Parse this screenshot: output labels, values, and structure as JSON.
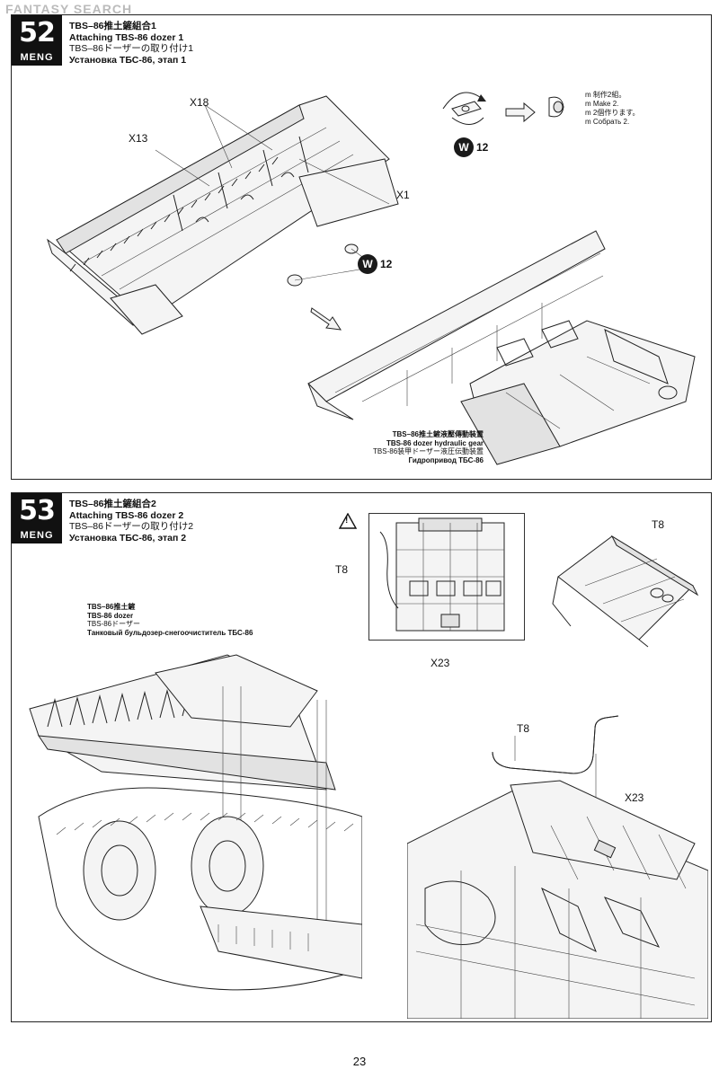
{
  "watermark": "FANTASY SEARCH",
  "page_number": "23",
  "step52": {
    "number": "52",
    "brand": "MENG",
    "titles": [
      "TBS–86推土鏟組合1",
      "Attaching TBS-86 dozer 1",
      "TBS–86ドーザーの取り付け1",
      "Установка ТБС-86, этап 1"
    ],
    "labels": {
      "x18": "X18",
      "x13": "X13",
      "x1": "X1"
    },
    "badge_letter": "W",
    "badge_top": "12",
    "badge_mid": "12",
    "make_notes": [
      "制作2組。",
      "Make 2.",
      "2個作ります。",
      "Собрать 2."
    ],
    "note_prefix": "m",
    "callout": [
      "TBS–86推土鏟液壓傳動裝置",
      "TBS-86 dozer hydraulic gear",
      "TBS-86装甲ドーザー液圧伝動装置",
      "Гидропривод ТБС-86"
    ]
  },
  "step53": {
    "number": "53",
    "brand": "MENG",
    "titles": [
      "TBS–86推土鏟組合2",
      "Attaching TBS-86 dozer 2",
      "TBS–86ドーザーの取り付け2",
      "Установка ТБС-86, этап 2"
    ],
    "labels": {
      "t8_left": "T8",
      "x23_left": "X23",
      "t8_right": "T8",
      "t8_pipe": "T8",
      "x23_right": "X23"
    },
    "callout": [
      "TBS–86推土鏟",
      "TBS-86 dozer",
      "TBS-86ドーザー",
      "Танковый бульдозер-снегоочиститель ТБС-86"
    ],
    "warning_symbol": "!"
  }
}
